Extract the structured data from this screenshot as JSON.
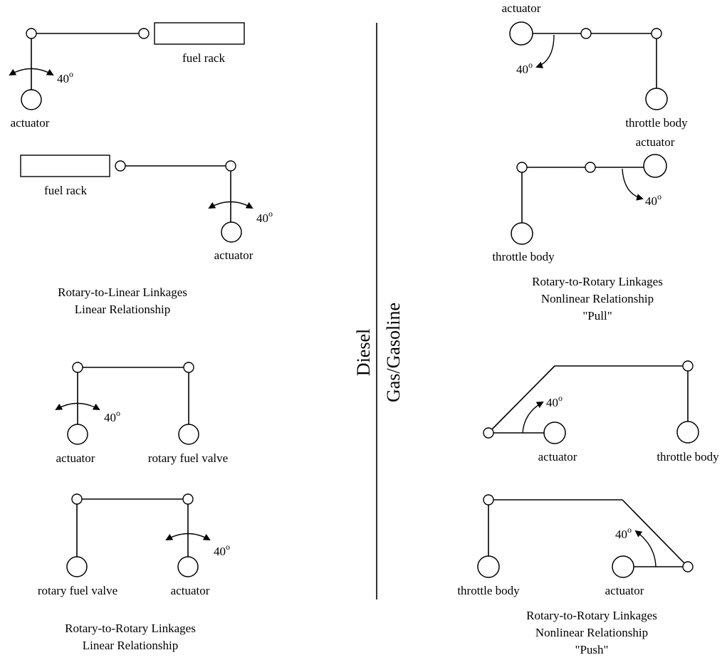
{
  "labels": {
    "actuator": "actuator",
    "fuel_rack": "fuel rack",
    "rotary_fuel_valve": "rotary fuel valve",
    "throttle_body": "throttle body",
    "angle": "40",
    "degree_mark": "o"
  },
  "sides": {
    "diesel": "Diesel",
    "gas": "Gas/Gasoline"
  },
  "captions": {
    "rotary_linear": [
      "Rotary-to-Linear Linkages",
      "Linear Relationship"
    ],
    "rotary_rotary_linear": [
      "Rotary-to-Rotary Linkages",
      "Linear Relationship"
    ],
    "rotary_rotary_pull": [
      "Rotary-to-Rotary Linkages",
      "Nonlinear Relationship",
      "\"Pull\""
    ],
    "rotary_rotary_push": [
      "Rotary-to-Rotary Linkages",
      "Nonlinear Relationship",
      "\"Push\""
    ]
  }
}
